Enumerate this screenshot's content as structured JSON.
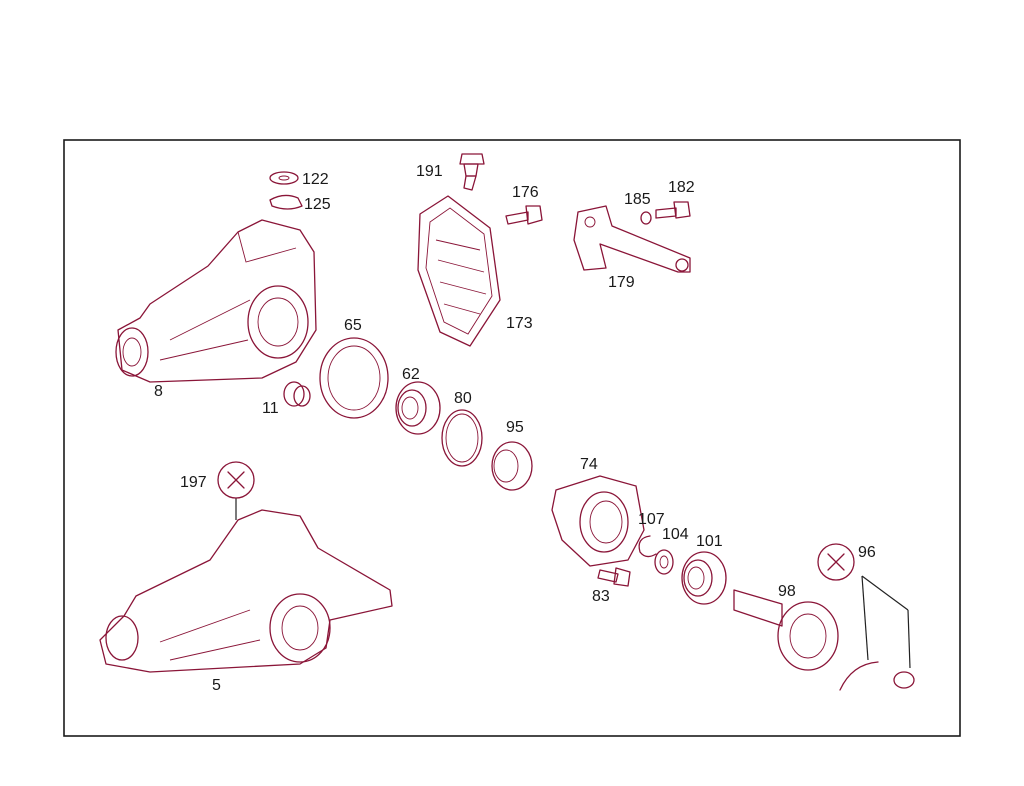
{
  "diagram": {
    "colors": {
      "line": "#8a1538",
      "text": "#1a1a1a",
      "frame": "#1a1a1a"
    },
    "labels": {
      "p122": "122",
      "p125": "125",
      "p191": "191",
      "p176": "176",
      "p185": "185",
      "p182": "182",
      "p179": "179",
      "p173": "173",
      "p65": "65",
      "p8": "8",
      "p11": "11",
      "p62": "62",
      "p80": "80",
      "p95": "95",
      "p74": "74",
      "p197": "197",
      "p107": "107",
      "p104": "104",
      "p101": "101",
      "p96": "96",
      "p98": "98",
      "p83": "83",
      "p5": "5"
    },
    "icons": {
      "tool_1": "wrench-icon",
      "tool_2": "wrench-icon"
    }
  }
}
